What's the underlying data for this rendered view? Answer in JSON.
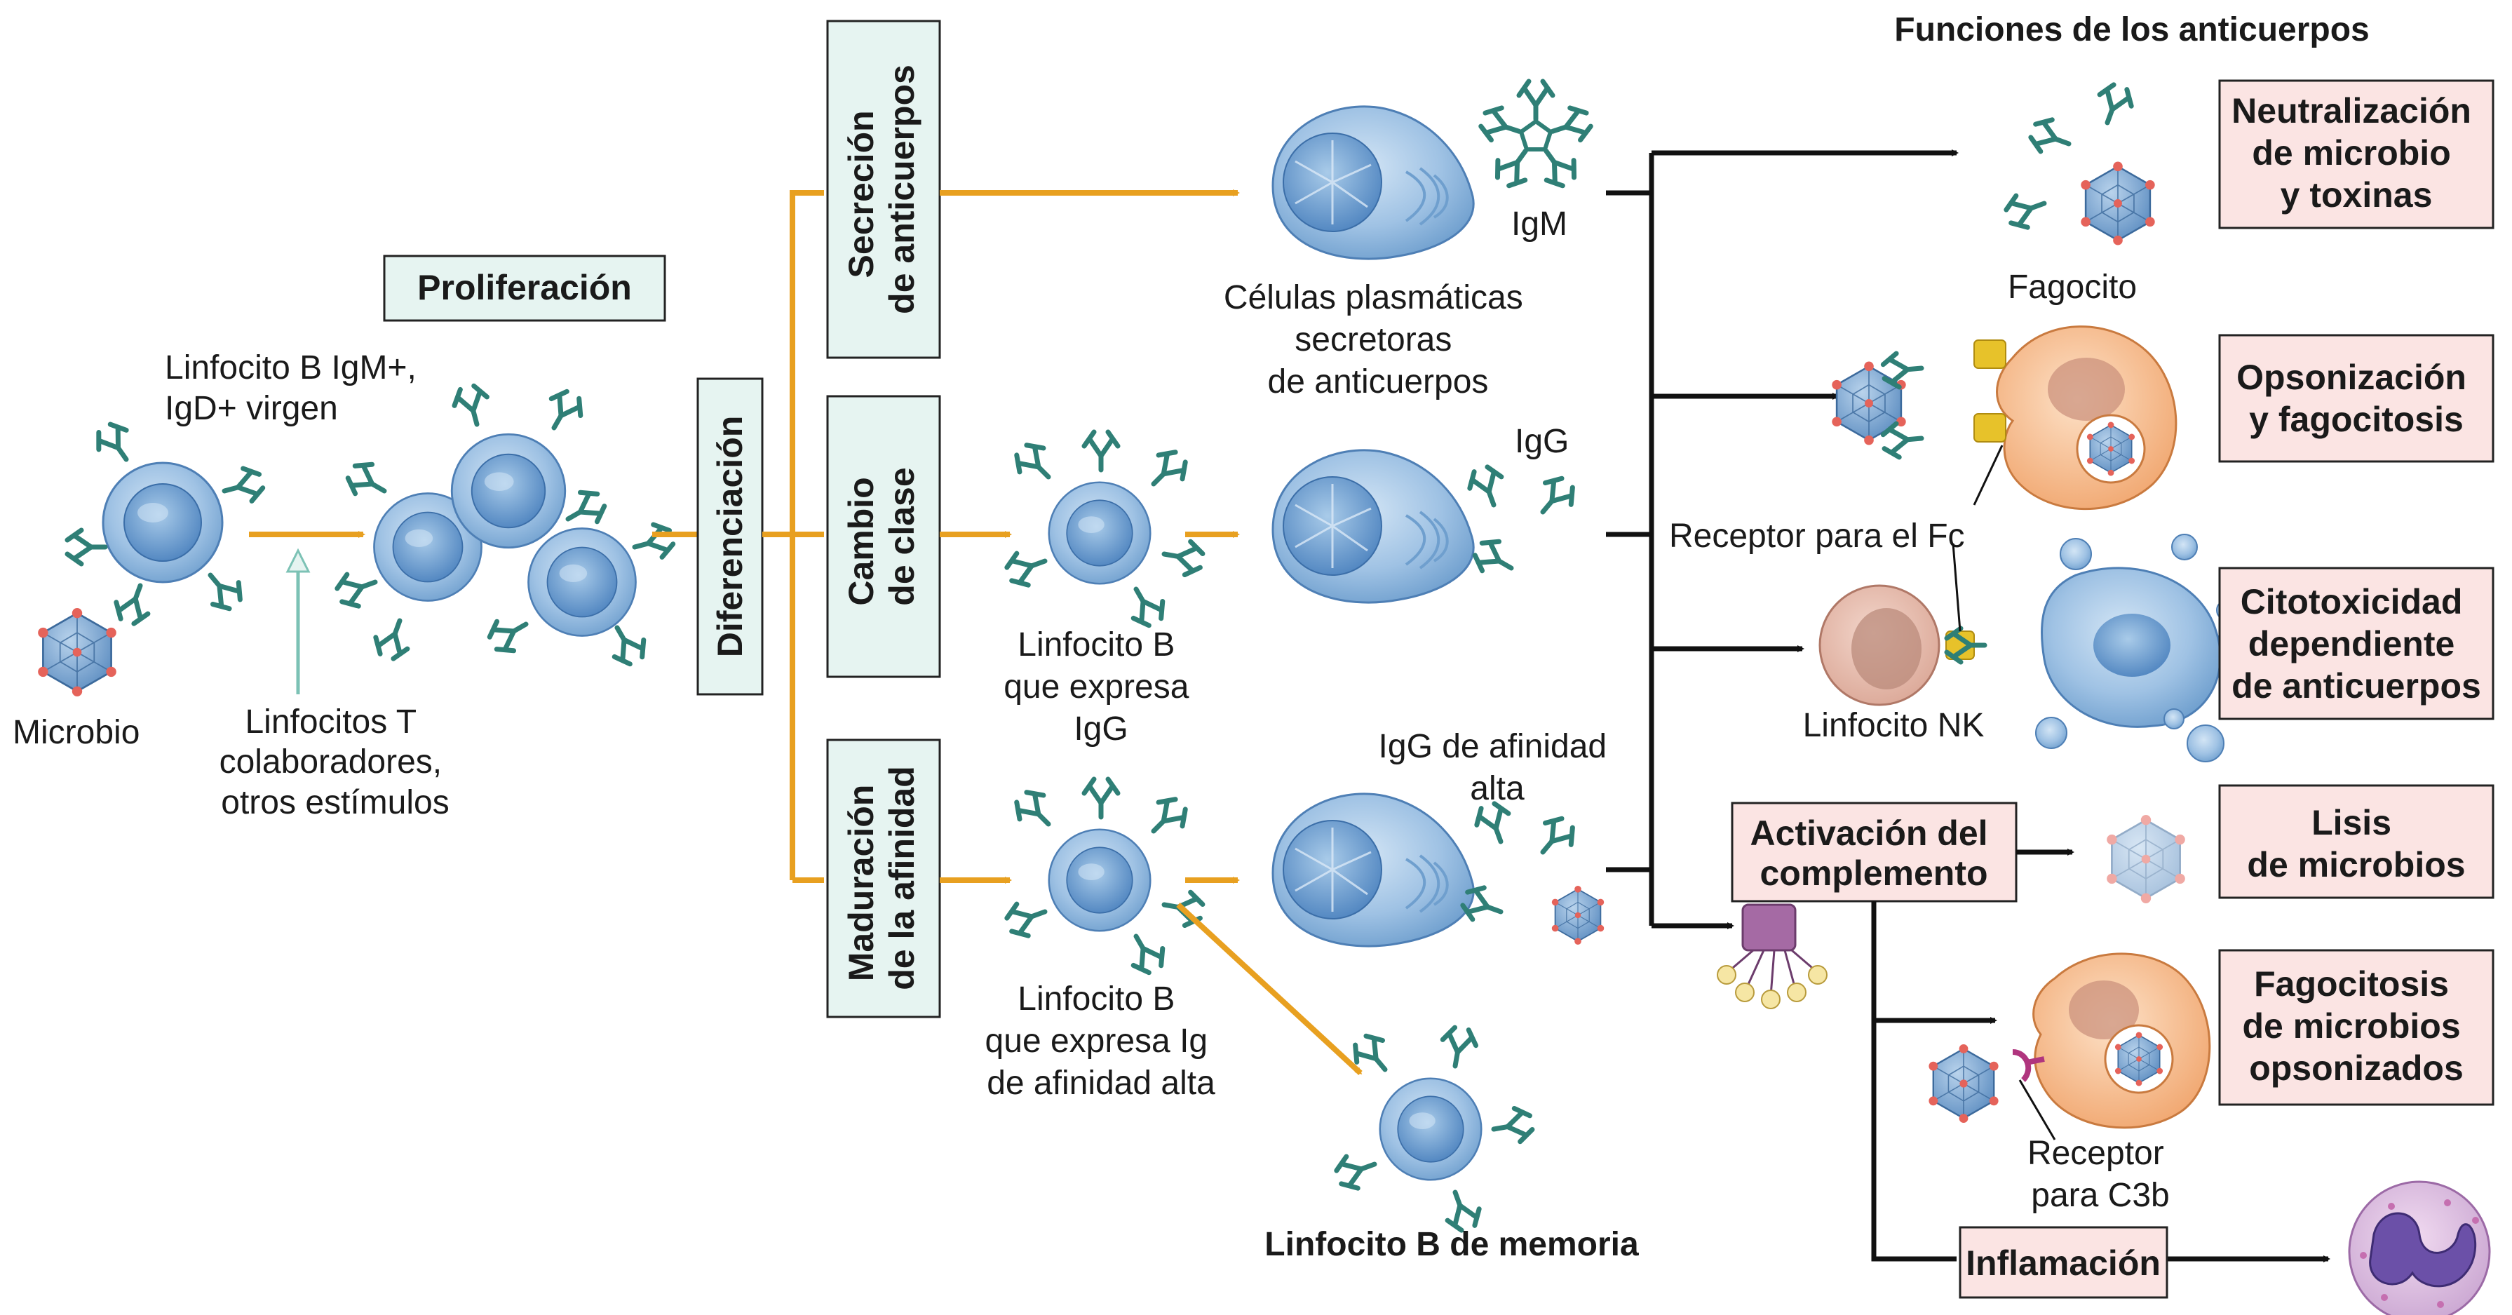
{
  "labels": {
    "proliferation": "Proliferación",
    "naive_b": [
      "Linfocito B IgM+,",
      "IgD+ virgen"
    ],
    "microbe": "Microbio",
    "helper_t": [
      "Linfocitos T",
      "colaboradores,",
      "otros estímulos"
    ],
    "differentiation": "Diferenciación",
    "antibody_secretion": [
      "Secreción",
      "de anticuerpos"
    ],
    "class_switch": [
      "Cambio",
      "de clase"
    ],
    "affinity_maturation": [
      "Maduración",
      "de la afinidad"
    ],
    "plasma_cells": [
      "Células plasmáticas",
      "secretoras",
      "de anticuerpos"
    ],
    "igm": "IgM",
    "igg": "IgG",
    "igg_b": [
      "Linfocito B",
      "que expresa",
      "IgG"
    ],
    "high_affinity_igg": [
      "IgG de afinidad",
      "alta"
    ],
    "high_affinity_b": [
      "Linfocito B",
      "que expresa Ig",
      "de afinidad alta"
    ],
    "memory_b": "Linfocito B de memoria",
    "functions_title": "Funciones de los anticuerpos",
    "phagocyte": "Fagocito",
    "fc_receptor": "Receptor para el Fc",
    "nk": "Linfocito NK",
    "complement": [
      "Activación del",
      "complemento"
    ],
    "c3b_receptor": [
      "Receptor",
      "para C3b"
    ]
  },
  "functions": [
    [
      "Neutralización",
      "de microbio",
      "y toxinas"
    ],
    [
      "Opsonización",
      "y fagocitosis"
    ],
    [
      "Citotoxicidad",
      "dependiente",
      "de anticuerpos"
    ],
    [
      "Lisis",
      "de microbios"
    ],
    [
      "Fagocitosis",
      "de microbios",
      "opsonizados"
    ],
    [
      "Inflamación"
    ]
  ],
  "colors": {
    "orange_arrow": "#e8a020",
    "green_box_fill": "#e6f4f1",
    "pink_box_fill": "#fbe4e3",
    "cell_blue": "#8fb6dd",
    "antibody_teal": "#3a8c82",
    "phagocyte_orange": "#f5b98a",
    "fc_receptor_yellow": "#e7c22a"
  }
}
